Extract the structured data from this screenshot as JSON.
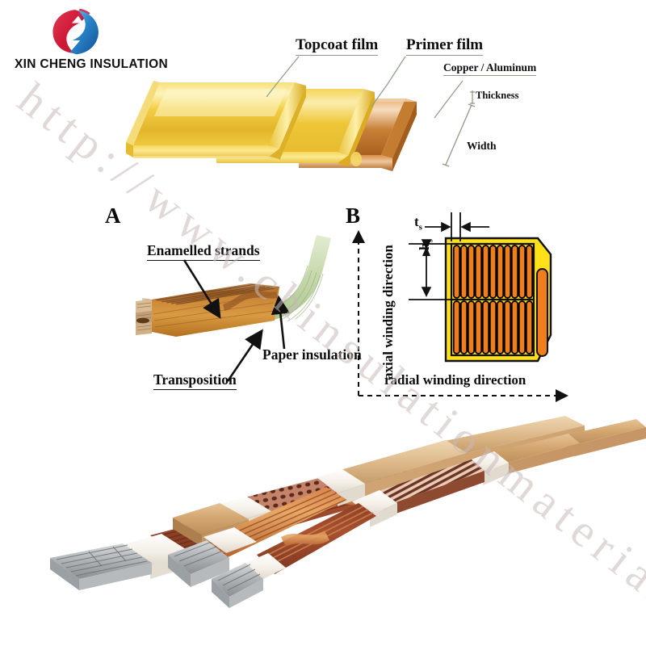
{
  "brand": {
    "company_name": "XIN CHENG INSULATION",
    "logo_icon": "split-circle-chevron-logo",
    "logo_red": "#d01f3c",
    "logo_blue": "#1463ad"
  },
  "watermark": {
    "text": "http://www.chinsulationmaterial.com"
  },
  "top_diagram": {
    "title_icon": "enamelled-rectangular-wire-3d",
    "labels": {
      "topcoat": "Topcoat film",
      "primer": "Primer film",
      "core": "Copper / Aluminum",
      "thickness": "Thickness",
      "width": "Width"
    },
    "colors": {
      "topcoat": "#f3cf3e",
      "primer": "#e8c23a",
      "core_copper": "#c0702c"
    }
  },
  "panel_a": {
    "letter": "A",
    "caption_icon": "ctc-conductor-photo",
    "labels": {
      "strands": "Enamelled strands",
      "transposition": "Transposition",
      "paper": "Paper insulation"
    }
  },
  "panel_b": {
    "letter": "B",
    "caption_icon": "ctc-cross-section-schematic",
    "dimensions": {
      "width_symbol": "t",
      "width_subscript": "s",
      "height_symbol": "h",
      "height_subscript": "s"
    },
    "axes": {
      "vertical": "axial winding direction",
      "horizontal": "radial winding direction"
    },
    "strand_count": 11,
    "strand_rows": 2,
    "colors": {
      "strand": "#f07e1a",
      "insulation": "#ffe11a",
      "outline": "#000000"
    }
  },
  "bottom_photo": {
    "caption_icon": "ctc-conductor-samples-photo",
    "sample_count": 4,
    "colors": {
      "copper": "#b05434",
      "copper_light": "#d98a53",
      "kraft_paper": "#d8ab74",
      "white_paper": "#f6f2ec",
      "cut_face": "#b9bcbe"
    }
  }
}
